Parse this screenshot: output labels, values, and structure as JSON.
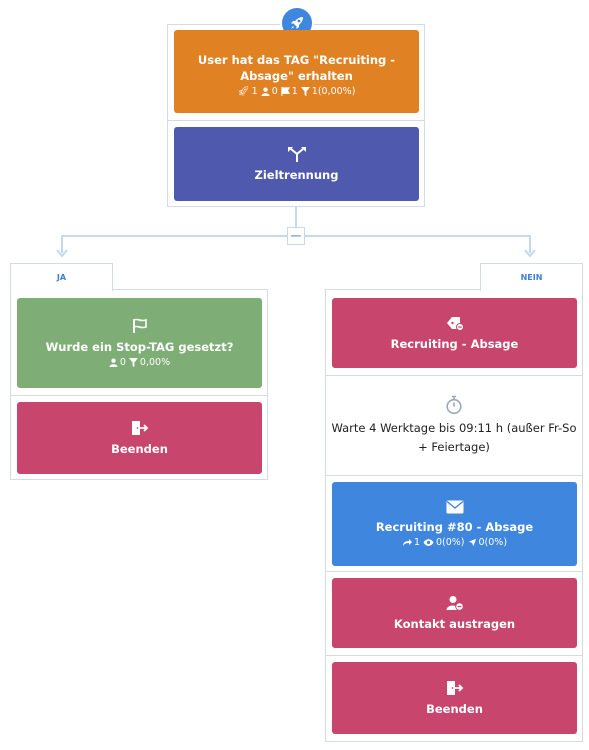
{
  "trigger": {
    "title": "User hat das TAG \"Recruiting - Absage\" erhalten",
    "stats": {
      "launched": "1",
      "persons": "0",
      "flags": "1",
      "filter": "1(0,00%)"
    },
    "icon": "rocket-icon",
    "color": "#e08124"
  },
  "split": {
    "title": "Zieltrennung",
    "icon": "split-arrows-icon",
    "color": "#4f5aae",
    "collapse_symbol": "−"
  },
  "branch_yes": {
    "label": "JA",
    "condition": {
      "title": "Wurde ein Stop-TAG gesetzt?",
      "persons": "0",
      "filter": "0,00%",
      "icon": "flag-icon",
      "color": "#7ead75"
    },
    "end": {
      "title": "Beenden",
      "icon": "exit-icon",
      "color": "#c8466d"
    }
  },
  "branch_no": {
    "label": "NEIN",
    "tag_action": {
      "title": "Recruiting - Absage",
      "icon": "tag-remove-icon",
      "color": "#c8466d"
    },
    "wait": {
      "line1": "Warte 4 Werktage bis 09:11 h (außer Fr-So",
      "line2": "+ Feiertage)",
      "icon": "stopwatch-icon"
    },
    "email": {
      "title": "Recruiting #80 - Absage",
      "sent": "1",
      "opened": "0(0%)",
      "clicked": "0(0%)",
      "icon": "envelope-icon",
      "color": "#3f86de"
    },
    "unsubscribe": {
      "title": "Kontakt austragen",
      "icon": "user-remove-icon",
      "color": "#c8466d"
    },
    "end": {
      "title": "Beenden",
      "icon": "exit-icon",
      "color": "#c8466d"
    }
  }
}
